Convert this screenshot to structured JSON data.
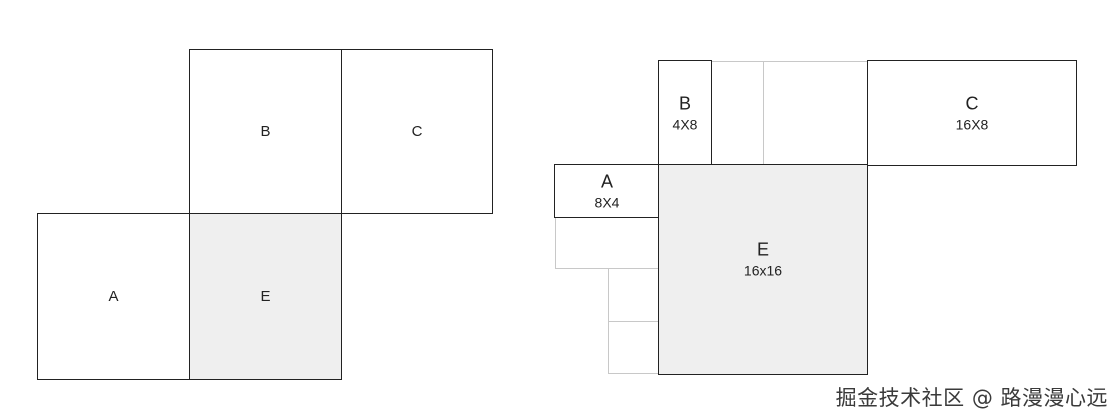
{
  "left_diagram": {
    "b": {
      "name": "B"
    },
    "c": {
      "name": "C"
    },
    "a": {
      "name": "A"
    },
    "e": {
      "name": "E"
    }
  },
  "right_diagram": {
    "b": {
      "name": "B",
      "size": "4X8"
    },
    "c": {
      "name": "C",
      "size": "16X8"
    },
    "a": {
      "name": "A",
      "size": "8X4"
    },
    "e": {
      "name": "E",
      "size": "16x16"
    }
  },
  "watermark": "掘金技术社区 @ 路漫漫心远"
}
